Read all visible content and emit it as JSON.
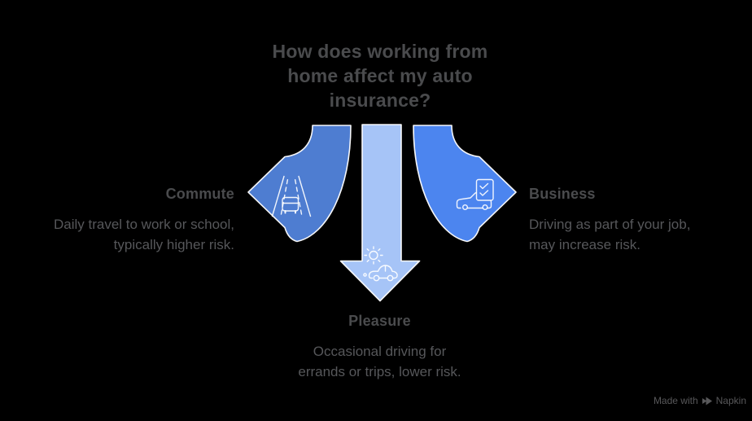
{
  "title": {
    "lines": [
      "How does working from",
      "home affect my auto",
      "insurance?"
    ]
  },
  "sections": {
    "commute": {
      "label": "Commute",
      "desc_lines": [
        "Daily travel to work or school,",
        "typically higher risk."
      ]
    },
    "business": {
      "label": "Business",
      "desc_lines": [
        "Driving as part of your job,",
        "may increase risk."
      ]
    },
    "pleasure": {
      "label": "Pleasure",
      "desc_lines": [
        "Occasional driving for",
        "errands or trips, lower risk."
      ]
    }
  },
  "watermark": {
    "prefix": "Made with",
    "brand": "Napkin"
  },
  "colors": {
    "background": "#000000",
    "title_text": "#4A4B4D",
    "label_text": "#4A4B4D",
    "desc_text": "#56575A",
    "commute_arrow": "#4E7DD1",
    "pleasure_arrow": "#A6C4F7",
    "business_arrow": "#4C85EF",
    "arrow_outline": "#FFFFFF",
    "icon_stroke": "#FFFFFF",
    "watermark_text": "#58585A"
  }
}
